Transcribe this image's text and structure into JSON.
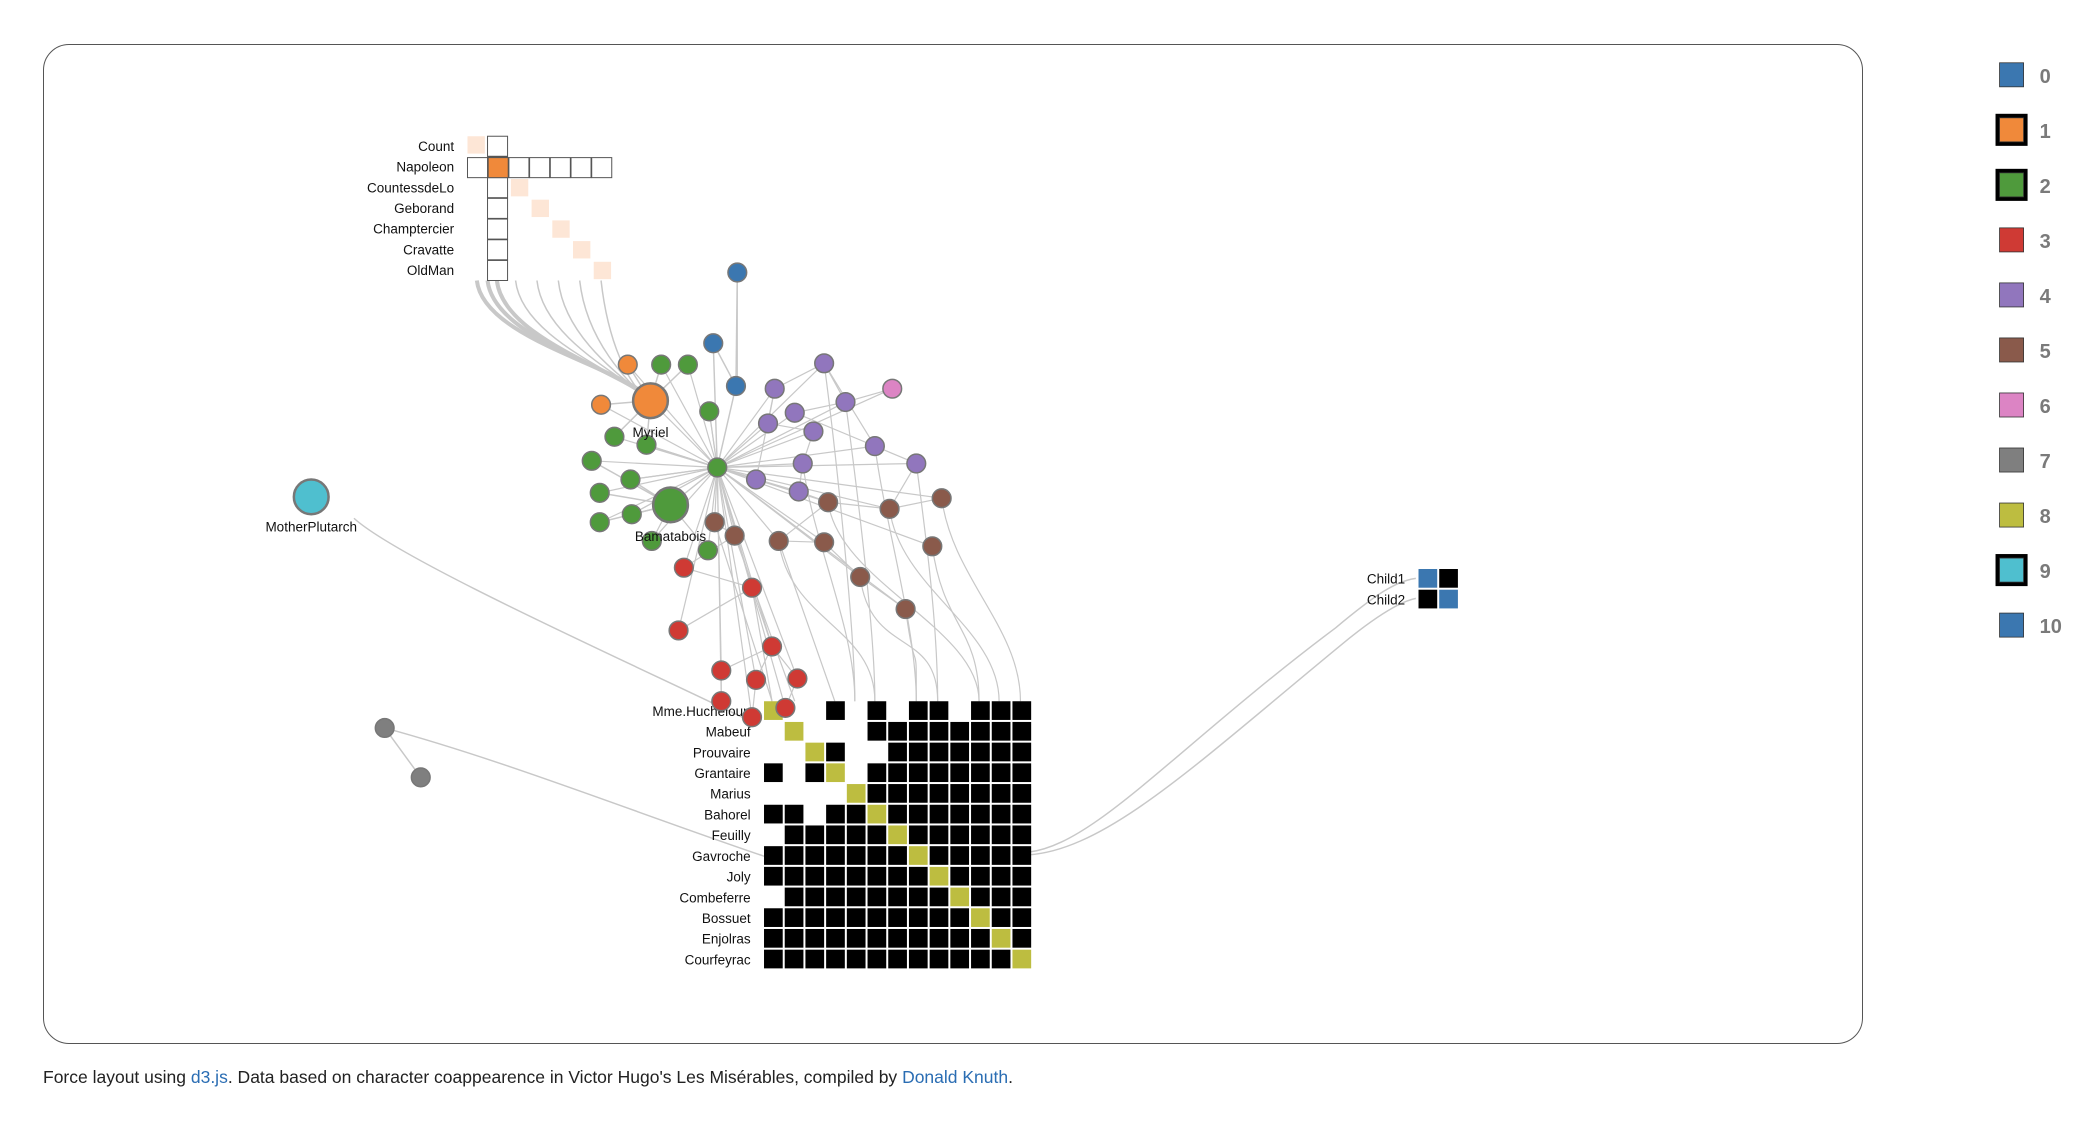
{
  "caption": {
    "prefix": "Force layout using ",
    "link1": "d3.js",
    "middle": ". Data based on character coappearence in Victor Hugo's Les Misérables, compiled by ",
    "link2": "Donald Knuth",
    "suffix": "."
  },
  "legend": [
    {
      "label": "0",
      "color": "#3b77b0",
      "highlighted": false
    },
    {
      "label": "1",
      "color": "#f0893a",
      "highlighted": true
    },
    {
      "label": "2",
      "color": "#4f9a3c",
      "highlighted": true
    },
    {
      "label": "3",
      "color": "#cf3a34",
      "highlighted": false
    },
    {
      "label": "4",
      "color": "#9176bd",
      "highlighted": false
    },
    {
      "label": "5",
      "color": "#8a5a4b",
      "highlighted": false
    },
    {
      "label": "6",
      "color": "#dc84c4",
      "highlighted": false
    },
    {
      "label": "7",
      "color": "#7f7f7f",
      "highlighted": false
    },
    {
      "label": "8",
      "color": "#bdbd40",
      "highlighted": false
    },
    {
      "label": "9",
      "color": "#4fbfcf",
      "highlighted": true
    },
    {
      "label": "10",
      "color": "#3b77b0",
      "highlighted": false
    }
  ],
  "colors": {
    "link": "#c8c8c8",
    "matrix_cell": "#000000",
    "matrix_diagonal": "#bdbd40",
    "napoleon_cell": "#f0893a",
    "napoleon_ghost": "#fde6d6",
    "node_stroke": "#777777"
  },
  "node_labels": {
    "myriel": "Myriel",
    "baptistine": "Bamatabois",
    "mother_plutarch": "MotherPlutarch"
  },
  "napoleon_matrix": {
    "rows": [
      "Count",
      "Napoleon",
      "CountessdeLo",
      "Geborand",
      "Champtercier",
      "Cravatte",
      "OldMan"
    ]
  },
  "barricade_matrix": {
    "rows": [
      "Mme.Hucheloup",
      "Mabeuf",
      "Prouvaire",
      "Grantaire",
      "Marius",
      "Bahorel",
      "Feuilly",
      "Gavroche",
      "Joly",
      "Combeferre",
      "Bossuet",
      "Enjolras",
      "Courfeyrac"
    ]
  },
  "child_matrix": {
    "rows": [
      "Child1",
      "Child2"
    ]
  }
}
